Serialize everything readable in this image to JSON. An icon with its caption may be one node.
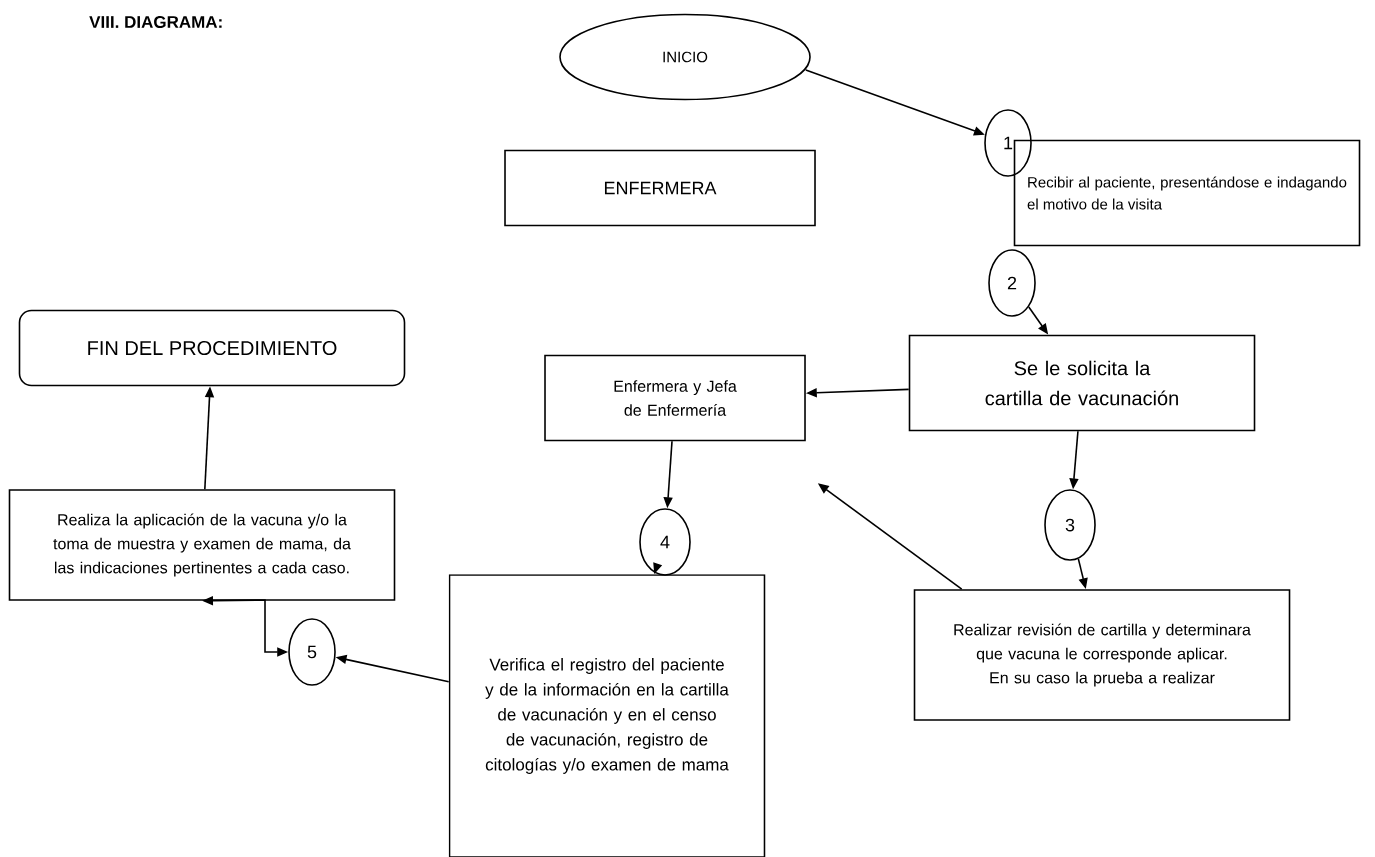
{
  "diagram": {
    "title": "VIII.     DIAGRAMA:",
    "nodes": [
      {
        "text": [
          "INICIO"
        ]
      },
      {
        "text": [
          "1"
        ]
      },
      {
        "text": [
          "ENFERMERA"
        ]
      },
      {
        "text": [
          "Recibir al paciente, presentándose e indagando el motivo de la visita"
        ]
      },
      {
        "text": [
          "2"
        ]
      },
      {
        "text": [
          "FIN DEL PROCEDIMIENTO"
        ]
      },
      {
        "text": [
          "Se le solicita la cartilla de vacunación"
        ]
      },
      {
        "text": [
          "Enfermera y Jefa de Enfermería"
        ]
      },
      {
        "text": [
          "Realiza la aplicación de la vacuna y/o la toma de muestra y examen de mama, da las indicaciones pertinentes a cada caso."
        ]
      },
      {
        "text": [
          "4"
        ]
      },
      {
        "text": [
          "3"
        ]
      },
      {
        "text": [
          "Verifica el registro del paciente y de la información en la cartilla de vacunación y en el censo de vacunación, registro de citologías y/o examen de mama"
        ]
      },
      {
        "text": [
          "5"
        ]
      },
      {
        "text": [
          "Realizar revisión de cartilla y determinara que vacuna le corresponde aplicar. En su caso la prueba a realizar"
        ]
      }
    ],
    "edges": [
      {
        "from": 0,
        "to": 1,
        "arrow": "to"
      },
      {
        "from": 4,
        "to": 6,
        "arrow": "to"
      },
      {
        "from": 6,
        "to": 7,
        "arrow": "to"
      },
      {
        "from": 6,
        "to": 10,
        "arrow": "to"
      },
      {
        "from": 10,
        "to": 13,
        "arrow": "to"
      },
      {
        "from": 13,
        "to": 7,
        "arrow": "to"
      },
      {
        "from": 7,
        "to": 9,
        "arrow": "to"
      },
      {
        "from": 9,
        "to": 11,
        "arrow": "to"
      },
      {
        "from": 11,
        "to": 12,
        "arrow": "to"
      },
      {
        "from": 12,
        "to": 8,
        "arrow": "both"
      },
      {
        "from": 8,
        "to": 5,
        "arrow": "to"
      }
    ]
  }
}
